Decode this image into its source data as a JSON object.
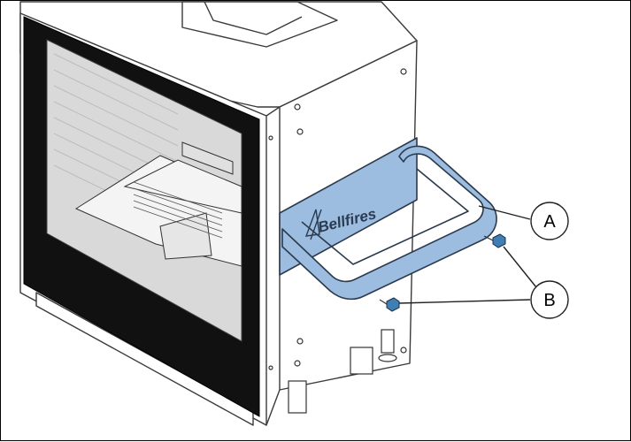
{
  "brand": {
    "text": "Bellfires"
  },
  "callouts": [
    {
      "id": "A",
      "label": "A"
    },
    {
      "id": "B",
      "label": "B"
    }
  ],
  "colors": {
    "handle_fill": "#9cbde0",
    "handle_stroke": "#2b3a4d",
    "screw_fill": "#3f7fb5",
    "line": "#222222"
  }
}
